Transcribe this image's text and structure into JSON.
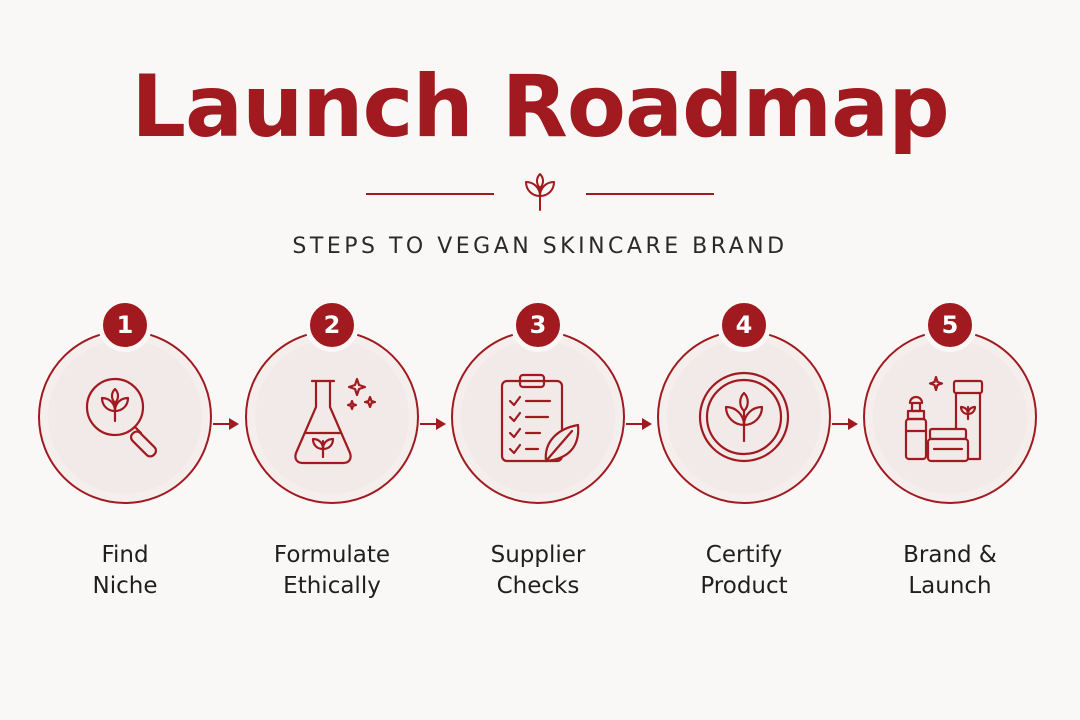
{
  "header": {
    "title": "Launch Roadmap",
    "subtitle": "STEPS TO VEGAN SKINCARE BRAND",
    "ornament_icon": "leaf-sprout-icon"
  },
  "colors": {
    "accent": "#a11a1f",
    "background": "#faf8f7",
    "circle_fill": "#f4efed",
    "text": "#1f1f1f"
  },
  "steps": [
    {
      "number": "1",
      "label_line1": "Find",
      "label_line2": "Niche",
      "icon": "magnifier-leaf-icon"
    },
    {
      "number": "2",
      "label_line1": "Formulate",
      "label_line2": "Ethically",
      "icon": "flask-leaf-icon"
    },
    {
      "number": "3",
      "label_line1": "Supplier",
      "label_line2": "Checks",
      "icon": "clipboard-checklist-leaf-icon"
    },
    {
      "number": "4",
      "label_line1": "Certify",
      "label_line2": "Product",
      "icon": "certified-leaf-seal-icon"
    },
    {
      "number": "5",
      "label_line1": "Brand &",
      "label_line2": "Launch",
      "icon": "skincare-products-icon"
    }
  ]
}
